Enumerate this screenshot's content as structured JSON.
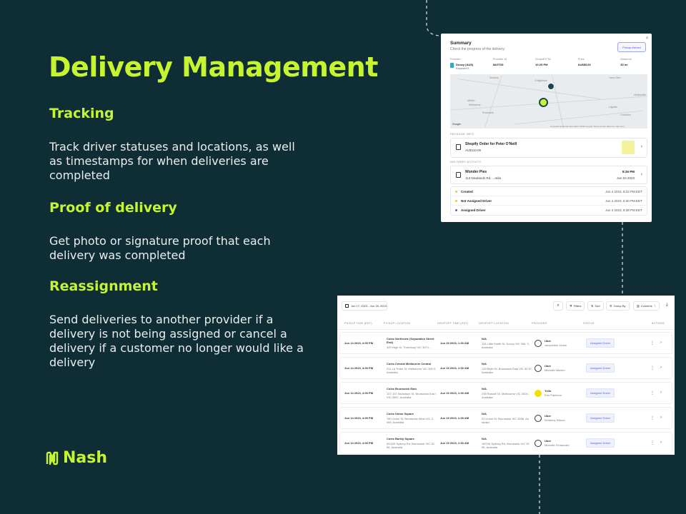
{
  "slide": {
    "title": "Delivery Management",
    "sections": [
      {
        "title": "Tracking",
        "body": "Track driver statuses and locations, as well as timestamps for when deliveries are completed"
      },
      {
        "title": "Proof of delivery",
        "body": "Get photo or signature proof that each delivery was completed"
      },
      {
        "title": "Reassignment",
        "body": "Send deliveries to another provider if a delivery is not being assigned or cancel a delivery if a customer no longer would like a delivery"
      }
    ],
    "logo_text": "Nash",
    "accent_color": "#c6f432",
    "background_color": "#0f2d35"
  },
  "summary": {
    "title": "Summary",
    "subtitle": "Check the progress of the delivery.",
    "pickup_button": "Pickup Arrived",
    "meta": [
      {
        "label": "Provider",
        "value": "Doozy (AUS)",
        "sub": "Keyword 1"
      },
      {
        "label": "Provider Id",
        "value": "8A0T0D"
      },
      {
        "label": "Dropoff ETA",
        "value": "10:25 PM"
      },
      {
        "label": "Price",
        "value": "AU$83.66"
      },
      {
        "label": "Distance",
        "value": "30 mi"
      }
    ],
    "map_labels": [
      "Sunbury",
      "Craigieburn",
      "Melton",
      "Melbourne",
      "Rockbank",
      "Yarra Glen",
      "Healesville",
      "Lilydale",
      "Cockatoo",
      "Google",
      "Keyboard shortcuts  Map data ©2023 Google  Terms of Use  Report a map error"
    ],
    "package_info_label": "PACKAGE INFO",
    "package": {
      "title": "Shopify Order for Peter O'Neill",
      "price": "AU$110.00"
    },
    "delivery_activity_label": "DELIVERY ACTIVITY",
    "activity": {
      "name": "Wonder Pies",
      "address": "113 Newlands Rd, ...ralia",
      "time": "8:26 PM",
      "date": "Jun 04 2023"
    },
    "timeline": [
      {
        "name": "Created",
        "time": "Jun 4 2023, 8:22 PM EDT",
        "color": "#e8c93a"
      },
      {
        "name": "Not Assigned Driver",
        "time": "Jun 4 2023, 8:30 PM EDT",
        "color": "#e8c93a"
      },
      {
        "name": "Assigned Driver",
        "time": "Jun 4 2023, 8:38 PM EDT",
        "color": "#5764d6"
      }
    ]
  },
  "table": {
    "date_range": "Jun 17, 2023 - Jun 18, 2023",
    "toolbar": {
      "filters": "Filters",
      "sort": "Sort",
      "group_by": "Group By",
      "columns": "Columns"
    },
    "columns": [
      "PICKUP TIME (EDT)",
      "PICKUP LOCATION",
      "DROPOFF TIME (EDT)",
      "DROPOFF LOCATION",
      "PROVIDER",
      "STATUS",
      "ACTIONS"
    ],
    "rows": [
      {
        "pickup_time": "Jun 14 2023, 4:00 PM",
        "pickup_name": "Coles Northcote (Separation Street End)",
        "pickup_addr": "420 High St, Thornbury VIC 3071 ...",
        "dropoff_time": "Jun 15 2023, 1:00 AM",
        "dropoff_name": "N/A",
        "dropoff_addr": "115 Little Smith St, Doozy VIC 306, 3, Australia",
        "provider": "Uber",
        "driver": "Jacqueline Jones",
        "status": "Assigned Driver",
        "logo": "uber"
      },
      {
        "pickup_time": "Jun 14 2023, 4:00 PM",
        "pickup_name": "Coles Central Melbourne Central",
        "pickup_addr": "211 La Trobe St, Melbourne VIC 300 0, Australia",
        "dropoff_time": "Jun 15 2023, 1:00 AM",
        "dropoff_name": "N/A",
        "dropoff_addr": "133 Blyth St, Brunswick East VIC 30 57, Australia",
        "provider": "Uber",
        "driver": "Michelle Warren",
        "status": "Assigned Driver",
        "logo": "uber"
      },
      {
        "pickup_time": "Jun 14 2023, 4:00 PM",
        "pickup_name": "Coles Brunswick East",
        "pickup_addr": "127-137 Nicholson St, Brunswick Eas t VIC 3057, Australia",
        "dropoff_time": "Jun 15 2023, 1:00 AM",
        "dropoff_name": "N/A",
        "dropoff_addr": "235 Russell St, Melbourne VIC 3000, Australia",
        "provider": "Yello",
        "driver": "Erin Pacheco",
        "status": "Assigned Driver",
        "logo": "yello"
      },
      {
        "pickup_time": "Jun 14 2023, 4:00 PM",
        "pickup_name": "Coles Union Square",
        "pickup_addr": "780 Union St, Brunswick West VIC 3 055, Australia",
        "dropoff_time": "Jun 15 2023, 1:00 AM",
        "dropoff_name": "N/A",
        "dropoff_addr": "23 Union St, Brunswick VIC 3056, Au stralia",
        "provider": "Uber",
        "driver": "Kimberly Wilson",
        "status": "Assigned Driver",
        "logo": "uber"
      },
      {
        "pickup_time": "Jun 14 2023, 4:00 PM",
        "pickup_name": "Coles Barkly Square",
        "pickup_addr": "90/100 Sydney Rd, Brunswick VIC 30 56, Australia",
        "dropoff_time": "Jun 15 2023, 1:00 AM",
        "dropoff_name": "N/A",
        "dropoff_addr": "18/706 Sydney Rd, Brunswick VIC 30 56, Australia",
        "provider": "Uber",
        "driver": "Michelle Fernandez",
        "status": "Assigned Driver",
        "logo": "uber"
      }
    ]
  }
}
